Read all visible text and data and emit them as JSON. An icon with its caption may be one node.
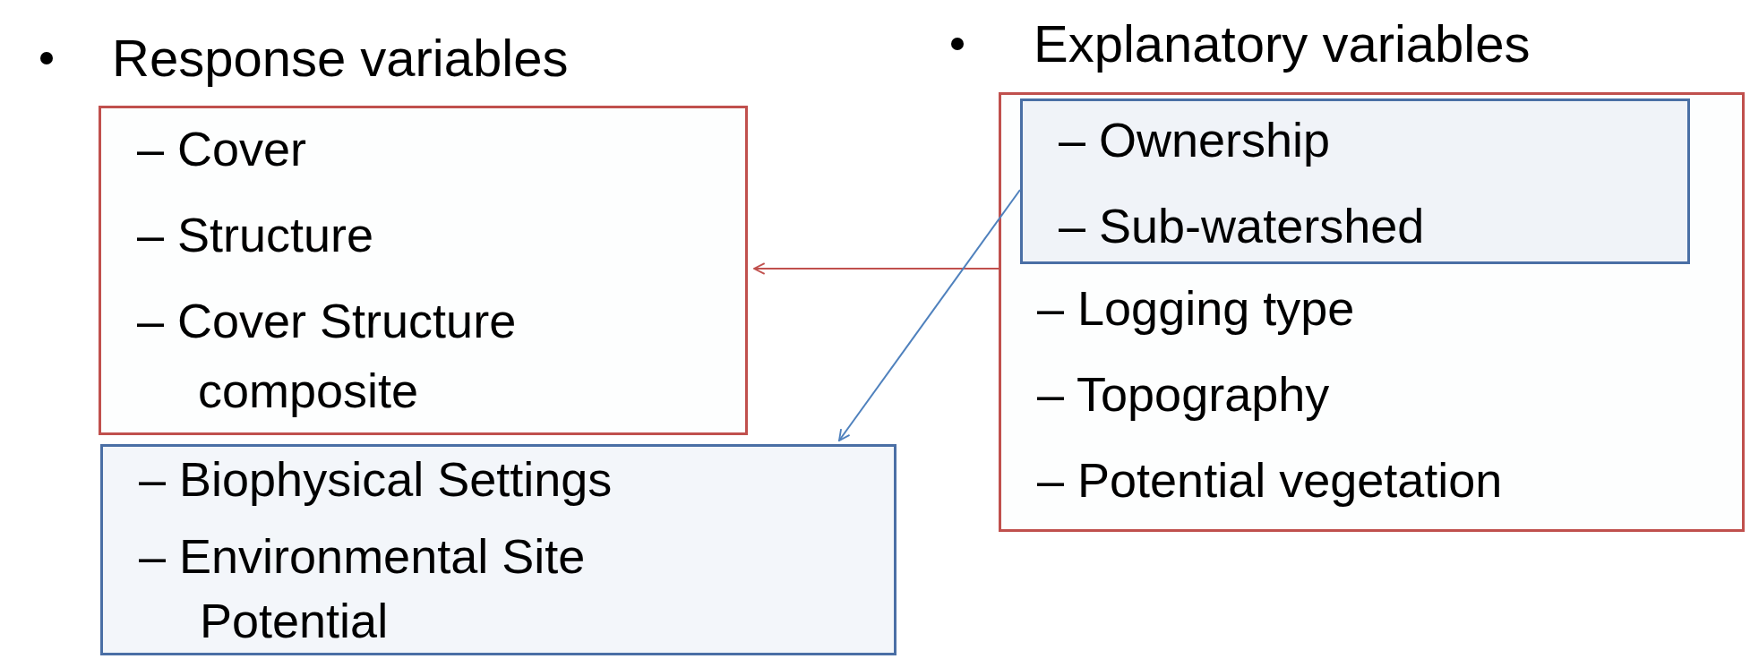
{
  "diagram": {
    "nodes": [
      {
        "text": [
          "– Cover",
          "– Structure",
          "– Cover Structure composite"
        ]
      },
      {
        "text": [
          "– Biophysical Settings",
          "– Environmental Site Potential"
        ]
      },
      {
        "text": [
          "– Logging type",
          "– Topography",
          "– Potential vegetation"
        ]
      },
      {
        "text": [
          "– Ownership",
          "– Sub-watershed"
        ],
        "in": 2
      }
    ],
    "edges": [
      {
        "from": 2,
        "to": 0,
        "arrow": "to",
        "color": "#c0504d"
      },
      {
        "from": 3,
        "to": 1,
        "arrow": "to",
        "color": "#4f81bd"
      }
    ],
    "labels": [
      "Response variables",
      "Explanatory variables"
    ]
  }
}
